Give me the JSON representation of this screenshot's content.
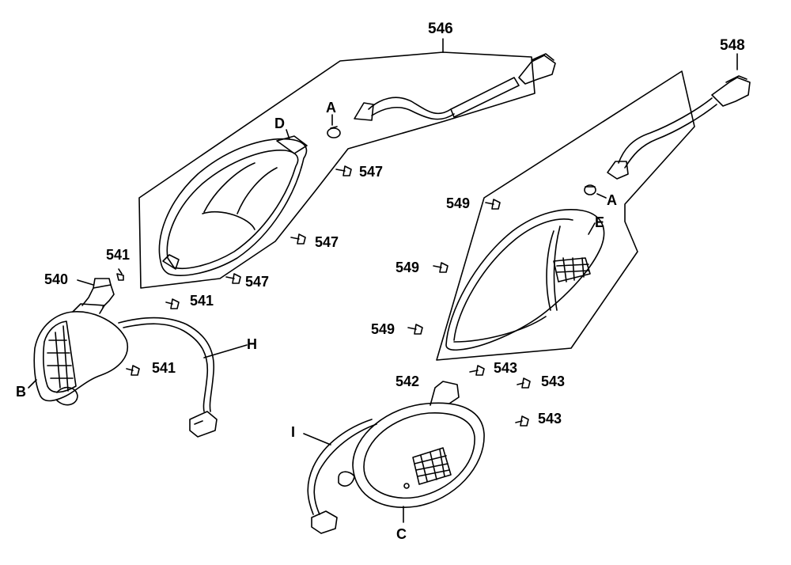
{
  "part_numbers": {
    "p546": "546",
    "p548": "548",
    "p547a": "547",
    "p547b": "547",
    "p547c": "547",
    "p541a": "541",
    "p541b": "541",
    "p541c": "541",
    "p540": "540",
    "p549a": "549",
    "p549b": "549",
    "p549c": "549",
    "p542": "542",
    "p543a": "543",
    "p543b": "543",
    "p543c": "543"
  },
  "letters": {
    "A1": "A",
    "A2": "A",
    "B": "B",
    "C": "C",
    "D": "D",
    "E": "E",
    "H": "H",
    "I": "I"
  }
}
